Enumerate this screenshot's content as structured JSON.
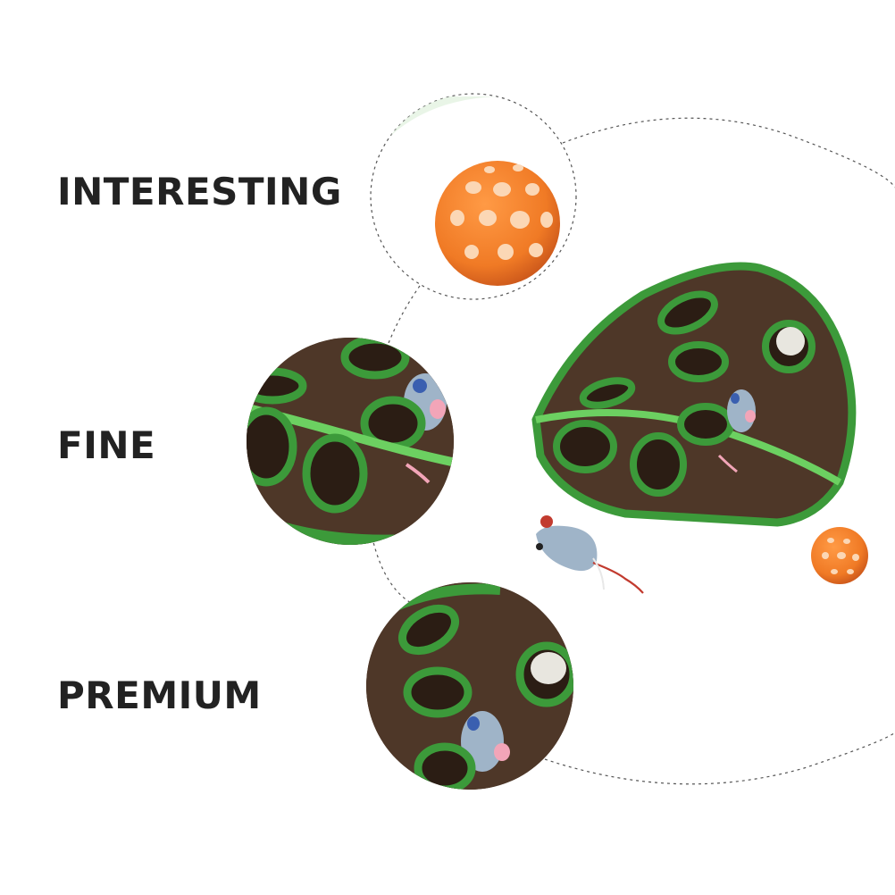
{
  "labels": {
    "interesting": "INTERESTING",
    "fine": "FINE",
    "premium": "PREMIUM"
  },
  "colors": {
    "tunnel_brown": "#4a3426",
    "tunnel_brown_light": "#5e4532",
    "trim_green": "#3c9a3a",
    "trim_green_light": "#6cd061",
    "ball_orange": "#f07a25",
    "mouse_blue": "#9fb4c8",
    "dash_line": "#555555"
  }
}
